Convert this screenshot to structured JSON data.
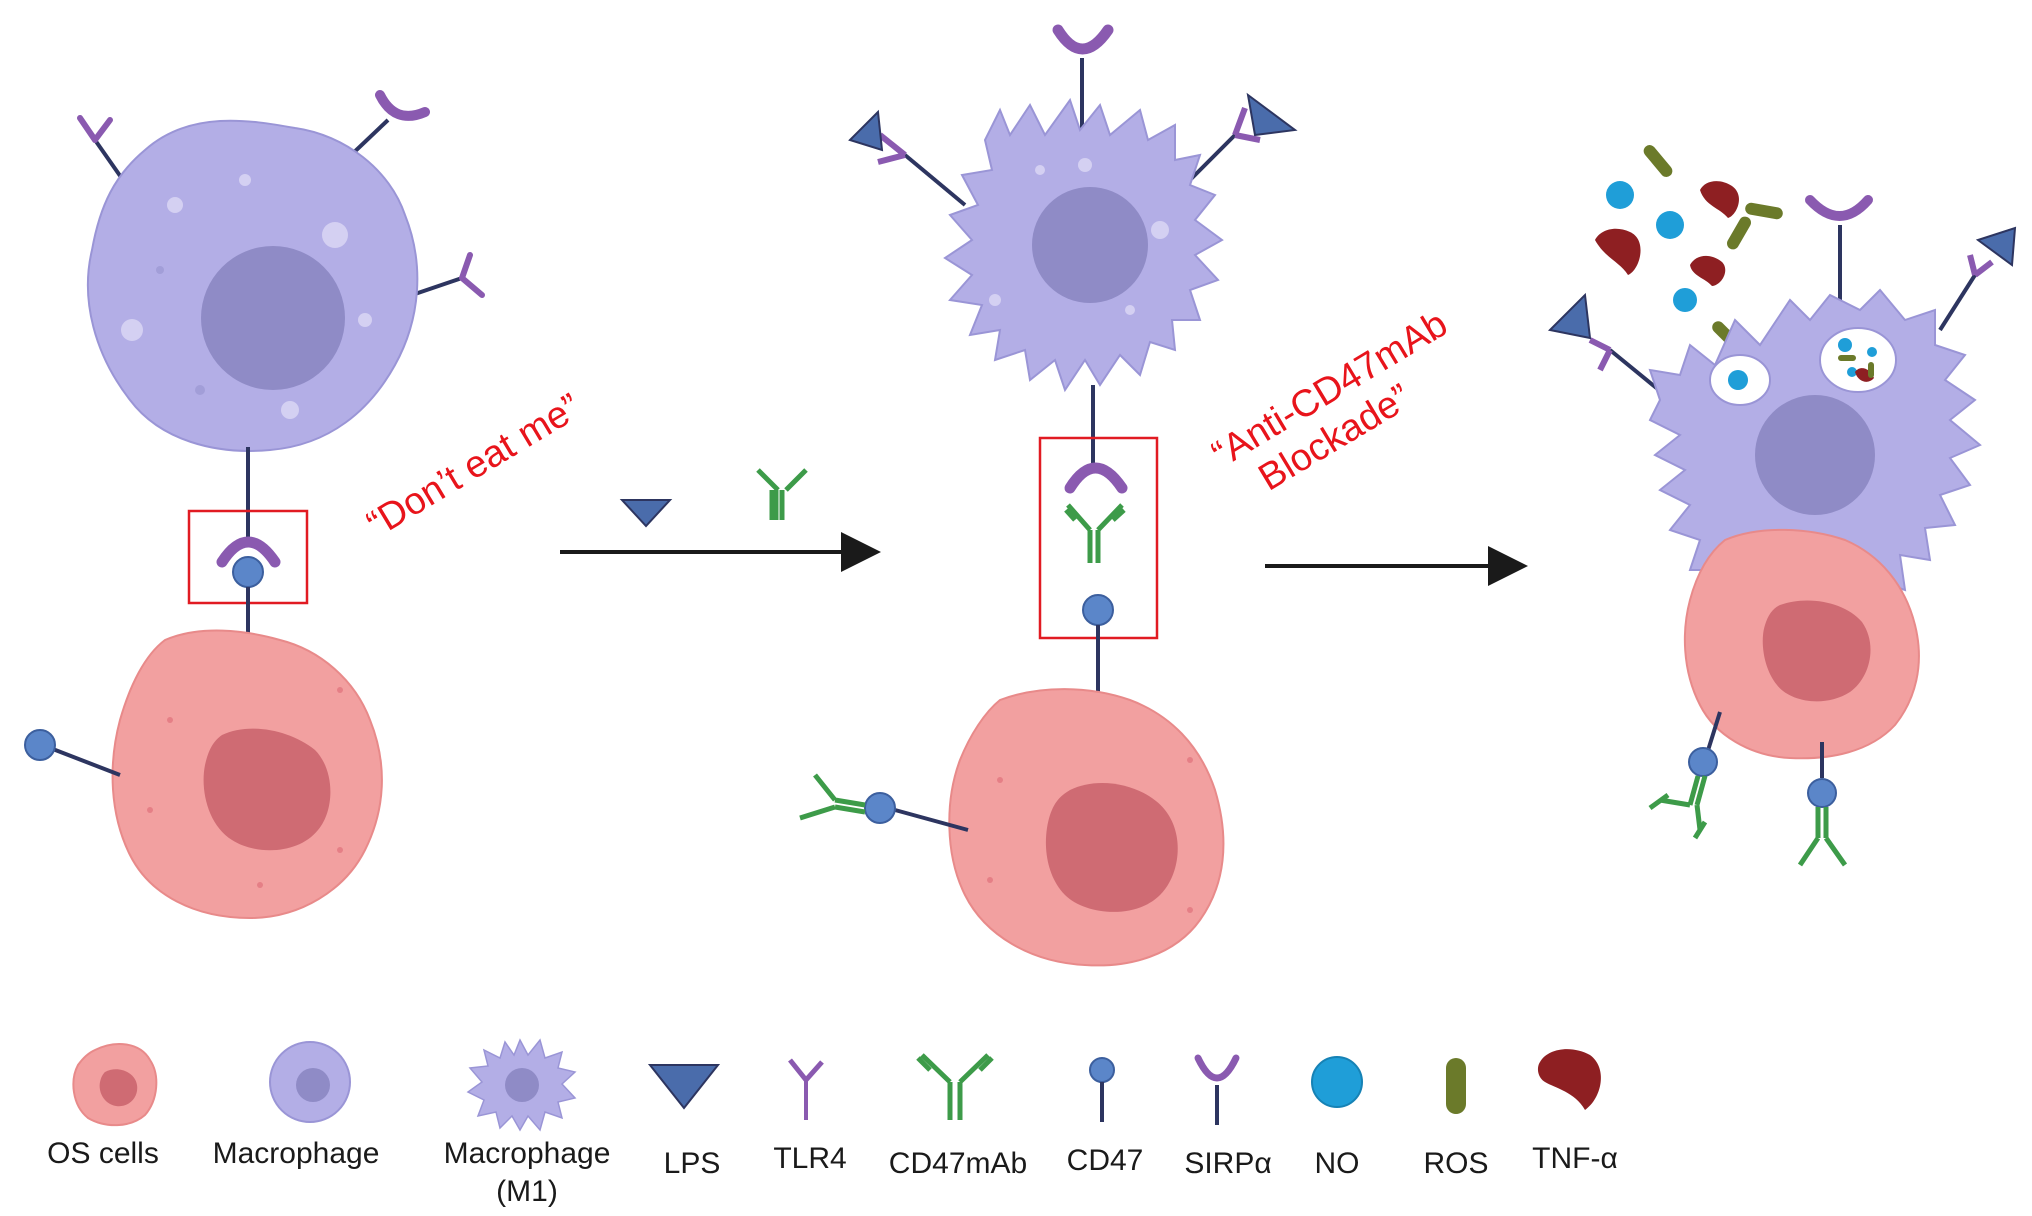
{
  "annotations": {
    "dont_eat_me": "“Don’t eat me”",
    "blockade_line1": "“Anti-CD47mAb",
    "blockade_line2": "Blockade”"
  },
  "legend": {
    "os_cells": "OS cells",
    "macrophage": "Macrophage",
    "macrophage_m1_line1": "Macrophage",
    "macrophage_m1_line2": "(M1)",
    "lps": "LPS",
    "tlr4": "TLR4",
    "cd47mab": "CD47mAb",
    "cd47": "CD47",
    "sirpa": "SIRPα",
    "no": "NO",
    "ros": "ROS",
    "tnfa": "TNF-α"
  },
  "colors": {
    "macrophage_fill": "#b3aee6",
    "macrophage_nucleus": "#8f8bc6",
    "os_cell_fill": "#f2a0a0",
    "os_cell_nucleus": "#cf6b73",
    "receptor_purple": "#8a5ab0",
    "stalk": "#2d3560",
    "lps_blue": "#4a6cab",
    "antibody_green": "#3d9b49",
    "cd47_blue": "#5b86c9",
    "no_blue": "#1f9ed8",
    "ros_olive": "#6b7a2a",
    "tnf_red": "#8e1f22",
    "highlight_box": "#e11b22",
    "annotation_red": "#e8141b"
  }
}
